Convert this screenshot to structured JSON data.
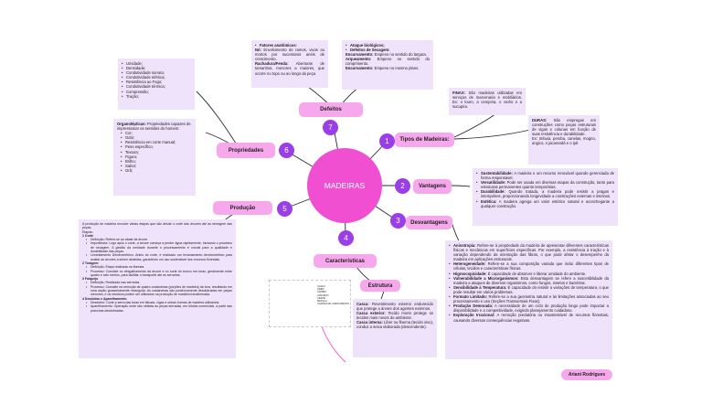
{
  "center": {
    "title": "MADEIRAS"
  },
  "branches": {
    "b1": {
      "num": "1",
      "label": "Tipos de Madeiras:"
    },
    "b2": {
      "num": "2",
      "label": "Vantagens"
    },
    "b3": {
      "num": "3",
      "label": "Desvantagens"
    },
    "b4": {
      "num": "4",
      "label": "Características"
    },
    "b5": {
      "num": "5",
      "label": "Produção"
    },
    "b6": {
      "num": "6",
      "label": "Propriedades"
    },
    "b7": {
      "num": "7",
      "label": "Defeitos"
    },
    "estrutura": "Estrutura"
  },
  "defeitos": {
    "anatomicos_title": "Fatores anatômicos:",
    "nos_label": "Nó:",
    "nos_text": " Envolvimento de ramos, vivos ou mortos por sucessivos anéis de crescimento.",
    "racha_label": "Rachadura/Fenda:",
    "racha_text": " Aberturas de tamanhos, menores a maiores, que ocorre no topo ou ao longo da peça",
    "biologicos_title": "Ataque biológicos;",
    "secagem_title": "Defeitos de Secagem:",
    "encurv_label": "Encurvamento:",
    "encurv_text": " Empeno no sentido do largura.",
    "arq_label": "Arqueamento:",
    "arq_text": " Empeno no sentido do comprimento.",
    "enc2_label": "Encurvamento:",
    "enc2_text": " Empeno no mesmo plano."
  },
  "propriedades": {
    "list": [
      "Umidade;",
      "Densidade;",
      "Condutividade sonora;",
      "Condutividade elétrica;",
      "Resistência ao Fogo;",
      "Condutividade térmica;",
      "Compressão;",
      "Tração;"
    ],
    "org_label": "Organolépticas:",
    "org_text": " Propriedades capazes de impressionar os sentidos do homem:",
    "org_list": [
      "Cor;",
      "Odor;",
      "Resistência em corte manual;",
      "Peso específico;",
      "Textura;",
      "Figura;",
      "Brilho;",
      "Sabor;",
      "Grã;"
    ]
  },
  "tipos": {
    "finas_label": "FINAS:",
    "finas_text": " São madeiras utilizadas em serviços de marcenaria e mobiliários. Ex: o louro, a cerejeira, o cedro e a sucupira.",
    "duras_label": "DURAS:",
    "duras_text": " São empregas em construções como peças estruturais de vigas e colunas em função de suas resistência e durabilidade.",
    "duras_ex": "Ex: Imbuia, peroba, canelas, mogno, angico, o jacarandá e o ipê."
  },
  "vantagens": [
    {
      "b": "Sustentabilidade:",
      "t": " A madeira e um recurso renovável quando gerenciada de forma responsável."
    },
    {
      "b": "Versatilidade:",
      "t": " Pode ser usada em diversas etapas da construção, tanto para estruturas permanentes quanto temporárias."
    },
    {
      "b": "Durabilidade:",
      "t": " Quando tratada, a madeira pode resistir a pragas e intempéries, proporcionando longevidade a construções externas e internas."
    },
    {
      "b": "Estética:",
      "t": " A madeira agrega um valor estético natural e aconchegante a qualquer construção."
    }
  ],
  "desvantagens": [
    {
      "b": "Anisotropia:",
      "t": " Refere-se à propriedade da madeira de apresentar diferentes características físicas e mecânicas em superfícies específicas. Por exemplo, a resistência à tração e à variação dependendo da orientação das fibras, o que pode afetar o desempenho da madeira em aplicações estruturais."
    },
    {
      "b": "Heterogeneidade:",
      "t": " Refere-se a sua composição variada que inclui diferentes tipos de células, tecidos e características físicas."
    },
    {
      "b": "Higroscopicidade:",
      "t": " É capacidade de absorver e liberar umidade do ambiente."
    },
    {
      "b": "Vulnerabilidade a Microrganismos:",
      "t": " Esta desvantagem se refere a suscetibilidade da madeira a ataques de diversos organismos, como fungos, insetos e bactérias."
    },
    {
      "b": "Sensibilidade à Temperatura:",
      "t": " É capacidade do resistir a variações de temperatura, o que pode resultar em vários problemas."
    },
    {
      "b": "Formato Limitado:",
      "t": " Refere-se a sua geometria natural e às limitações associadas ao seu processamento e uso (Seções Transversais Fixas)."
    },
    {
      "b": "Produção Demorada:",
      "t": " A necessidade de um ciclo de produção longo pode impactar a disponibilidade e a competitividade, exigindo planejamento cuidadoso."
    },
    {
      "b": "Exploração Irracional:",
      "t": " A remoção predatória ou insustentável de recursos florestais, causando diversas consequências negativas."
    }
  ],
  "producao": {
    "intro": "A produção de madeira envolve várias etapas que são desde o corte das árvores até as serragem das peças.",
    "etapas": "Etapas:",
    "items": [
      {
        "h": "1 Corte",
        "l": [
          "Definição: Refere-se ao abate da árvore.",
          "Importância: Logo após o corte, a árvore começa a perder água rapidamente, iniciando o processo de secagem. A gestão da umidade durante o processamento é crucial para a qualidade e durabilidade das peças.",
          "Levantamento Dendrométrico: Antes do corte, é realizado um levantamento dendrométrico para avaliar as árvores a serem abatidas, garantindo um uso sustentável dos recursos florestais."
        ]
      },
      {
        "h": "2 Toragem",
        "l": [
          "Definição: Etapa realizada na floresta.",
          "Processo: Consiste no desgalhamento da árvore e no corte do tronco em toras, geralmente entre quatro e seis metros, para facilitar o transporte até as serrarias."
        ]
      },
      {
        "h": "3 Falquejo",
        "l": [
          "Definição: Realizada nas serrarias.",
          "Processo: Consiste na remoção de quatro costaneiras (porções de madeira) da tora, resultando em uma seção grosseiramente retangular. As costaneiras são posteriormente desdobradas em peças menores, e os resíduos podem ser utilizados na produção de madeira transformada."
        ]
      },
      {
        "h": "4 Desdobro e Aparelhamento",
        "l": [
          "Desdobro: Corte a serra das toras em tábuas, vigas e outras formas de madeira utilizáveis.",
          "Aparelhamento: Operação onde são obtidas as peças serradas, em bitolas comerciais, a partir das pranchas desdobradas."
        ]
      }
    ]
  },
  "estrutura": {
    "casca_label": "Casca:",
    "casca_text": " Revestimento externo endurecido que protege a árvore dos agentes externos.",
    "exterior_label": "Casca exterior:",
    "exterior_text": " Tecido morto protege os tecidos mais novos do ambiente.",
    "interna_label": "Casca interna:",
    "interna_text": " Liber ou floema (tecido vivo), conduz a seiva elaborada (descendente).",
    "fig_labels": [
      "CASCA",
      "LÍBER",
      "CÂMBIO",
      "ALBURNO",
      "CERNE",
      "MEDULA",
      "CAMADA DE CRESCIMENTO"
    ]
  },
  "author": "Ariani Rodrigues",
  "colors": {
    "center": "#ef4fd0",
    "pill": "#f7a8ec",
    "node": "#9a3ee6",
    "box": "#efe2fb",
    "line": "#2b2b3a"
  }
}
